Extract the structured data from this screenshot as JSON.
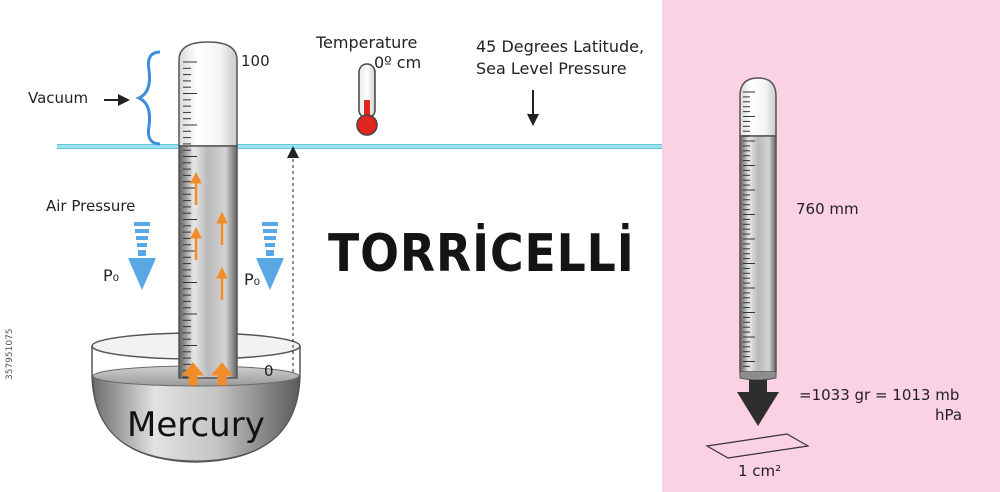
{
  "title": "TORRİCELLİ",
  "labels": {
    "vacuum": "Vacuum",
    "air_pressure": "Air Pressure",
    "p0_left": "P₀",
    "p0_right": "P₀",
    "temperature_line1": "Temperature",
    "temperature_line2": "0º cm",
    "latitude_line1": "45 Degrees Latitude,",
    "latitude_line2": "Sea Level Pressure",
    "scale_top": "100",
    "scale_bottom": "0",
    "mercury": "Mercury",
    "height_mm": "760 mm",
    "pressure_eq_line1": "=1033 gr = 1013 mb",
    "pressure_eq_line2": "hPa",
    "area": "1 cm²",
    "side_code": "357951075"
  },
  "colors": {
    "background": "#ffffff",
    "panel_pink": "#fbd2e3",
    "level_line": "#9ee3f0",
    "vacuum_bracket": "#3b8ed8",
    "air_arrow": "#5aa7e6",
    "mercury_arrow": "#f28c28",
    "thermometer_bulb": "#e0261e"
  },
  "icons": {
    "thermometer": "thermometer-icon",
    "down_arrow": "arrow-down-icon",
    "right_arrow": "arrow-right-icon"
  }
}
